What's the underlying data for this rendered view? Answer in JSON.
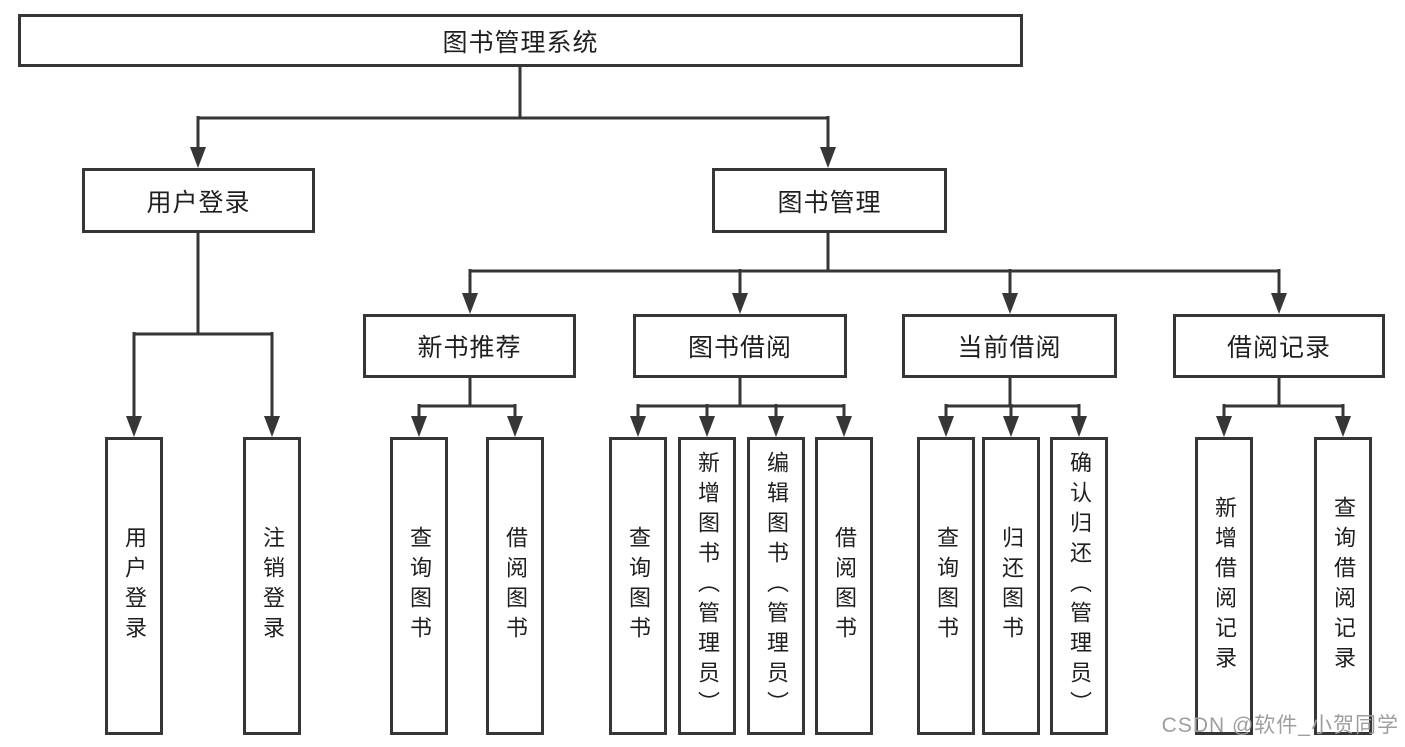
{
  "tree": {
    "root": "图书管理系统",
    "branches": [
      {
        "label": "用户登录",
        "children": [
          {
            "label": "用户登录"
          },
          {
            "label": "注销登录"
          }
        ]
      },
      {
        "label": "图书管理",
        "children": [
          {
            "label": "新书推荐",
            "children": [
              {
                "label": "查询图书"
              },
              {
                "label": "借阅图书"
              }
            ]
          },
          {
            "label": "图书借阅",
            "children": [
              {
                "label": "查询图书"
              },
              {
                "label": "新增图书（管理员）"
              },
              {
                "label": "编辑图书（管理员）"
              },
              {
                "label": "借阅图书"
              }
            ]
          },
          {
            "label": "当前借阅",
            "children": [
              {
                "label": "查询图书"
              },
              {
                "label": "归还图书"
              },
              {
                "label": "确认归还（管理员）"
              }
            ]
          },
          {
            "label": "借阅记录",
            "children": [
              {
                "label": "新增借阅记录"
              },
              {
                "label": "查询借阅记录"
              }
            ]
          }
        ]
      }
    ]
  },
  "watermark": "CSDN @软件_小贺同学",
  "colors": {
    "line": "#363636",
    "box_border": "#363636",
    "box_background": "#ffffff",
    "text": "#1f1f1f",
    "watermark": "#9e9e9e",
    "page_background": "#ffffff"
  }
}
